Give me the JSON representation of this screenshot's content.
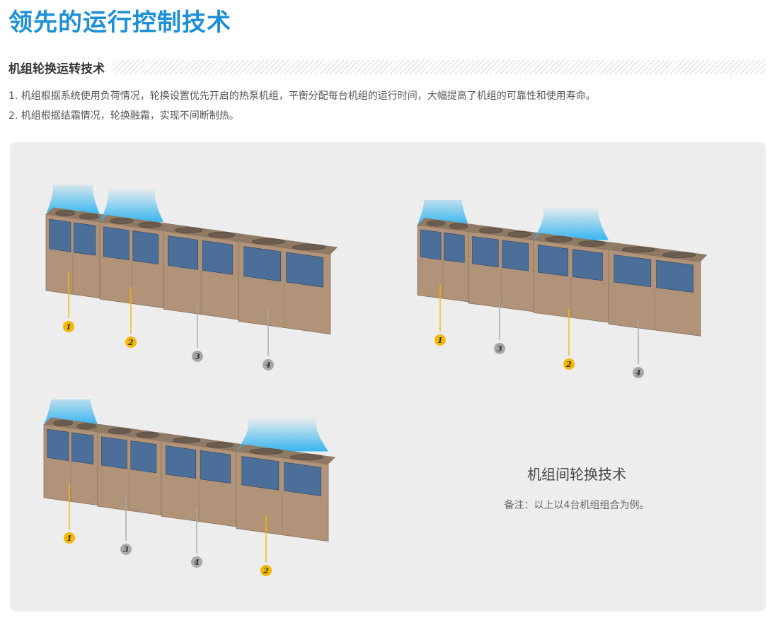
{
  "page": {
    "title": "领先的运行控制技术",
    "section_title": "机组轮换运转技术",
    "descriptions": [
      "1. 机组根据系统使用负荷情况，轮换设置优先开启的热泵机组，平衡分配每台机组的运行时间，大幅提高了机组的可靠性和使用寿命。",
      "2. 机组根据结霜情况，轮换融霜，实现不间断制热。"
    ]
  },
  "diagrams": [
    {
      "name": "rotation-diagram-a",
      "labels": [
        "1",
        "2",
        "3",
        "4"
      ],
      "active": [
        true,
        true,
        false,
        false
      ]
    },
    {
      "name": "rotation-diagram-b",
      "labels": [
        "1",
        "3",
        "2",
        "4"
      ],
      "active": [
        true,
        false,
        true,
        false
      ]
    },
    {
      "name": "rotation-diagram-c",
      "labels": [
        "1",
        "3",
        "4",
        "2"
      ],
      "active": [
        true,
        false,
        false,
        true
      ]
    }
  ],
  "caption": {
    "title": "机组间轮换技术",
    "note": "备注：以上以4台机组组合为例。"
  },
  "colors": {
    "title_blue": "#1b8fd8",
    "unit_body": "#b09378",
    "coil": "#4b6f99",
    "airflow": "#2eb3f0",
    "active_badge": "#f5b800",
    "inactive_badge": "#a8a8a8"
  }
}
